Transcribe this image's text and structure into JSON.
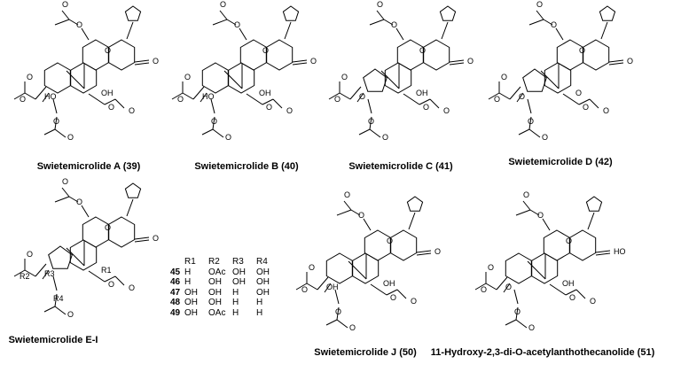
{
  "compounds": [
    {
      "name": "Swietemicrolide A (39)",
      "atoms": [
        "O",
        "O",
        "O",
        "O",
        "OH",
        "HO",
        "O",
        "O",
        "O",
        "O",
        "O",
        "O"
      ]
    },
    {
      "name": "Swietemicrolide B (40)",
      "atoms": [
        "O",
        "O",
        "O",
        "O",
        "OH",
        "HO",
        "O",
        "O",
        "O",
        "O",
        "O",
        "O"
      ]
    },
    {
      "name": "Swietemicrolide C (41)",
      "atoms": [
        "O",
        "O",
        "O",
        "O",
        "OH",
        "O",
        "O",
        "O",
        "O",
        "O",
        "O",
        "O"
      ]
    },
    {
      "name": "Swietemicrolide D (42)",
      "atoms": [
        "O",
        "O",
        "O",
        "O",
        "O",
        "O",
        "O",
        "O",
        "O",
        "O",
        "O",
        "O"
      ]
    },
    {
      "name": "Swietemicrolide E-I",
      "atoms": [
        "O",
        "O",
        "O",
        "O",
        "R1",
        "R3",
        "R4",
        "R2",
        "O",
        "O",
        "O",
        "O"
      ]
    },
    {
      "name": "Swietemicrolide J (50)",
      "atoms": [
        "O",
        "O",
        "O",
        "O",
        "OH",
        "OH",
        "O",
        "O",
        "O",
        "O",
        "O",
        "O"
      ]
    },
    {
      "name": "11-Hydroxy-2,3-di-O-acetylanthothecanolide (51)",
      "atoms": [
        "O",
        "O",
        "HO",
        "O",
        "OH",
        "O",
        "O",
        "O",
        "O",
        "O",
        "O",
        "O"
      ]
    }
  ],
  "substituent_table": {
    "headers": [
      "R1",
      "R2",
      "R3",
      "R4"
    ],
    "rows": [
      {
        "id": "45",
        "values": [
          "H",
          "OAc",
          "OH",
          "OH"
        ]
      },
      {
        "id": "46",
        "values": [
          "H",
          "OH",
          "OH",
          "OH"
        ]
      },
      {
        "id": "47",
        "values": [
          "OH",
          "OH",
          "H",
          "OH"
        ]
      },
      {
        "id": "48",
        "values": [
          "OH",
          "OH",
          "H",
          "H"
        ]
      },
      {
        "id": "49",
        "values": [
          "OH",
          "OAc",
          "H",
          "H"
        ]
      }
    ]
  }
}
